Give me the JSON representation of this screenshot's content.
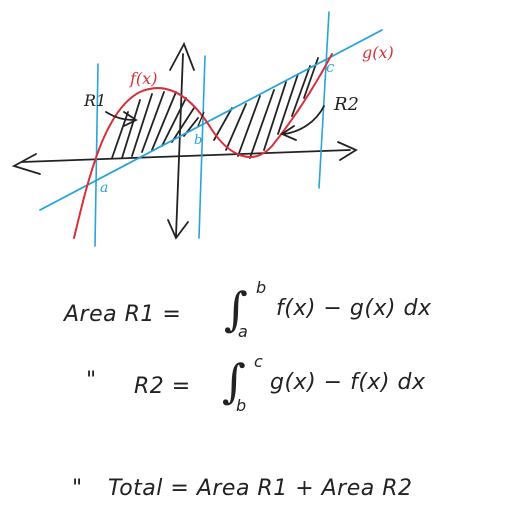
{
  "graph": {
    "labels": {
      "f": "f(x)",
      "g": "g(x)",
      "r1": "R1",
      "r2": "R2",
      "a": "a",
      "b": "b",
      "c": "c"
    },
    "colors": {
      "f_curve": "#d8303a",
      "g_line": "#2aa3d8",
      "bounds": "#2aa3d8",
      "axes": "#222222",
      "hatch": "#222222"
    }
  },
  "equations": {
    "area_r1": {
      "lhs": "Area R1 =",
      "upper": "b",
      "lower": "a",
      "integrand": "f(x) − g(x) dx"
    },
    "area_r2": {
      "ditto": "\"",
      "lhs": "R2 =",
      "upper": "c",
      "lower": "b",
      "integrand": "g(x) − f(x) dx"
    },
    "total": {
      "ditto": "\"",
      "text": "Total = Area R1 + Area R2"
    }
  }
}
